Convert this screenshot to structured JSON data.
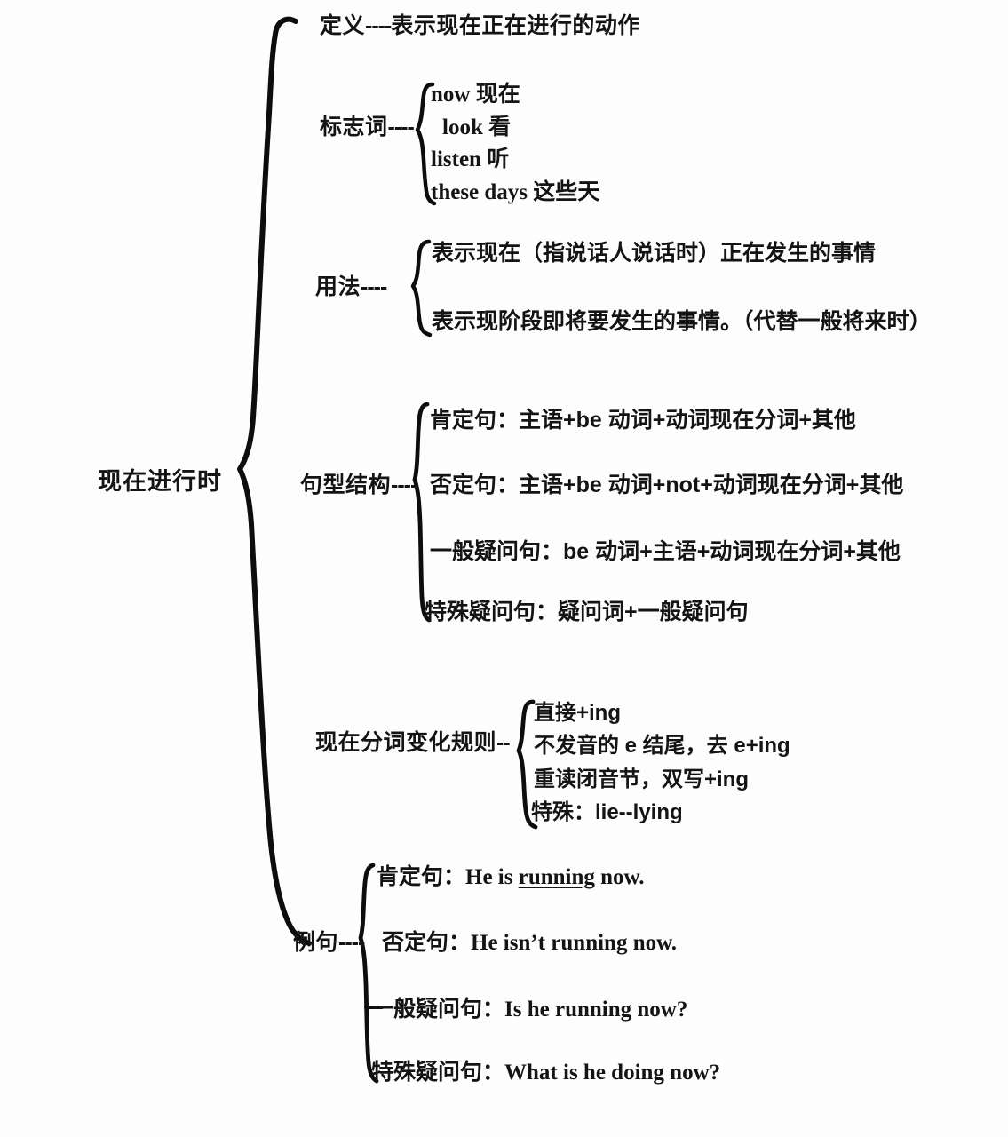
{
  "diagram": {
    "title": "现在进行时",
    "root_label": "现在进行时",
    "branches": [
      {
        "label": "定义",
        "connector": "----",
        "inline_text": "表示现在正在进行的动作",
        "children": []
      },
      {
        "label": "标志词",
        "connector": "----",
        "children": [
          "now  现在",
          "look  看",
          "listen  听",
          "these days  这些天"
        ]
      },
      {
        "label": "用法",
        "connector": "----",
        "children": [
          "表示现在（指说话人说话时）正在发生的事情",
          "表示现阶段即将要发生的事情。（代替一般将来时）"
        ]
      },
      {
        "label": "句型结构",
        "connector": "----",
        "children": [
          "肯定句：主语+be 动词+动词现在分词+其他",
          "否定句：主语+be 动词+not+动词现在分词+其他",
          "一般疑问句：be 动词+主语+动词现在分词+其他",
          "特殊疑问句：疑问词+一般疑问句"
        ]
      },
      {
        "label": "现在分词变化规则",
        "connector": "--",
        "children": [
          "直接+ing",
          "不发音的 e 结尾，去 e+ing",
          "重读闭音节，双写+ing",
          "特殊：lie--lying"
        ]
      },
      {
        "label": "例句",
        "connector": "----",
        "children": [
          {
            "prefix": "肯定句：",
            "sentence_pre": "He is ",
            "sentence_underlined": "running",
            "sentence_post": " now."
          },
          {
            "prefix": "否定句：",
            "sentence": "He isn’t running now."
          },
          {
            "prefix": "一般疑问句：",
            "sentence": "Is he running now?"
          },
          {
            "prefix": "特殊疑问句：",
            "sentence": "What is he doing now?"
          }
        ]
      }
    ],
    "colors": {
      "ink": "#0d0d0d",
      "background": "#fdfdfd"
    }
  }
}
